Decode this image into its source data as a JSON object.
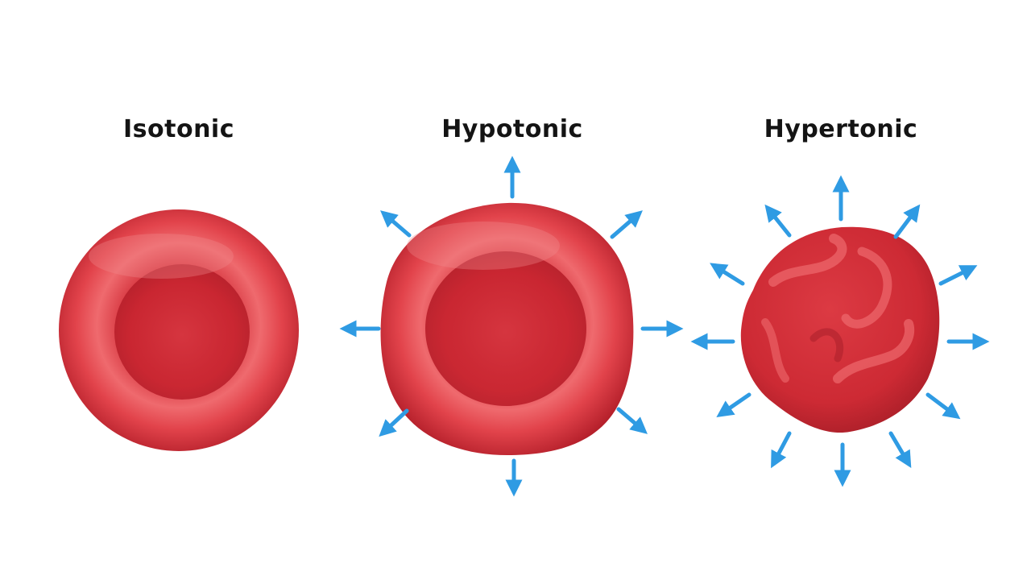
{
  "labels": {
    "isotonic": "Isotonic",
    "hypotonic": "Hypotonic",
    "hypertonic": "Hypertonic"
  },
  "colors": {
    "cell_base": "#d8303a",
    "cell_light": "#ef6a6e",
    "cell_dark": "#a81e28",
    "arrow": "#2f9be3",
    "text": "#141414"
  },
  "icons": {
    "cell": "red-blood-cell",
    "arrow": "water-flow-arrow"
  }
}
